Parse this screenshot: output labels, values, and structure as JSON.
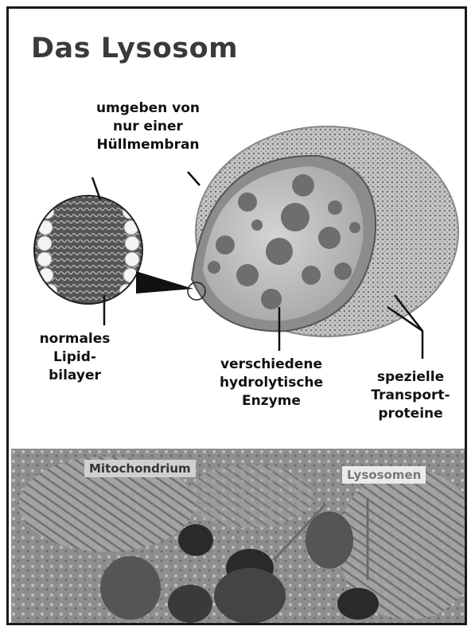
{
  "diagram": {
    "title": "Das Lysosom",
    "labels": {
      "membrane": "umgeben von\nnur einer\nHüllmembran",
      "bilayer": "normales\nLipid-\nbilayer",
      "enzymes": "verschiedene\nhydrolytische\nEnzyme",
      "transport": "spezielle\nTransport-\nproteine"
    }
  },
  "micrograph": {
    "mitochondrion_label": "Mitochondrium",
    "lysosomes_label": "Lysosomen"
  },
  "colors": {
    "frame": "#1a1a1a",
    "title": "#3a3a3a",
    "micro_bg": "#9a9a9a"
  }
}
